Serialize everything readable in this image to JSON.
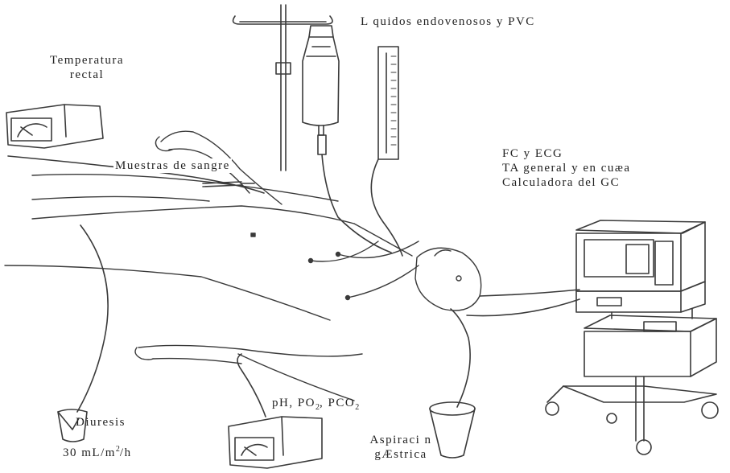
{
  "labels": {
    "iv_fluids": "L quidos endovenosos y PVC",
    "rectal_temp_line1": "Temperatura",
    "rectal_temp_line2": "rectal",
    "blood_samples": "Muestras de sangre",
    "monitor_line1": "FC y ECG",
    "monitor_line2": "TA general y  en cuæa",
    "monitor_line3": "Calculadora del GC",
    "diuresis": "Diuresis",
    "diuresis_rate_prefix": "30 mL/m",
    "diuresis_rate_exp": "2",
    "diuresis_rate_suffix": "/h",
    "gas_ph": "pH, PO",
    "gas_po2_sub": "2",
    "gas_sep": ", PCO",
    "gas_pco2_sub": "2",
    "aspiration_line1": "Aspiraci n",
    "aspiration_line2": "gÆstrica"
  },
  "colors": {
    "line": "#3a3a3a",
    "text": "#222222",
    "background": "#ffffff"
  },
  "icons": [
    "iv-pole-icon",
    "iv-bag-icon",
    "cvp-manometer-icon",
    "temperature-monitor-icon",
    "blood-gas-monitor-icon",
    "cardiac-monitor-cart-icon",
    "urine-cup-icon",
    "suction-cup-icon",
    "patient-figure-icon"
  ]
}
